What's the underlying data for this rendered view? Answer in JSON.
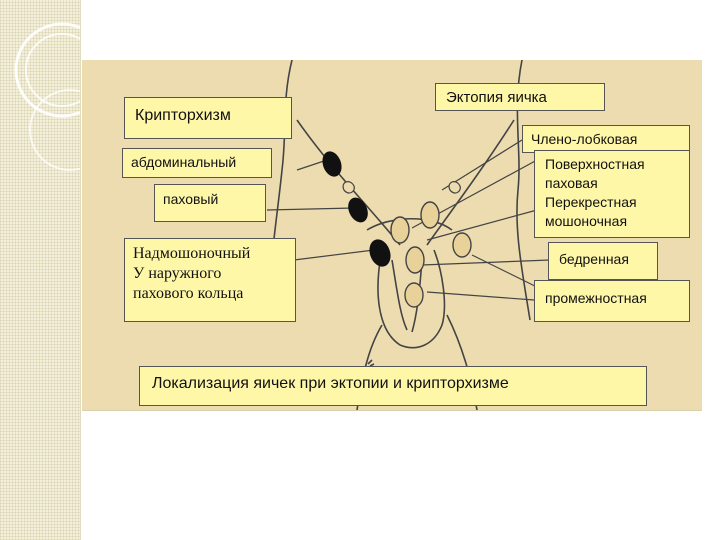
{
  "headers": {
    "cryptorchidism": "Крипторхизм",
    "ectopia": "Эктопия яичка"
  },
  "cryptorchidism_types": {
    "abdominal": "абдоминальный",
    "inguinal": "паховый",
    "suprascrotal": "Надмошоночный\nУ наружного\nпахового кольца"
  },
  "ectopia_types": {
    "pubopenile": "Члено-лобковая",
    "superficial": "Поверхностная\nпаховая\nПерекрестная\nмошоночная",
    "femoral": "бедренная",
    "perineal": "промежностная"
  },
  "caption": "Локализация яичек при  эктопии  и крипторхизме",
  "colors": {
    "background": "#ecdcb0",
    "label_fill": "#fff7a8",
    "cryptorchid_testis": "#111111",
    "ectopic_testis": "#e8d29a",
    "outline": "#444444"
  }
}
